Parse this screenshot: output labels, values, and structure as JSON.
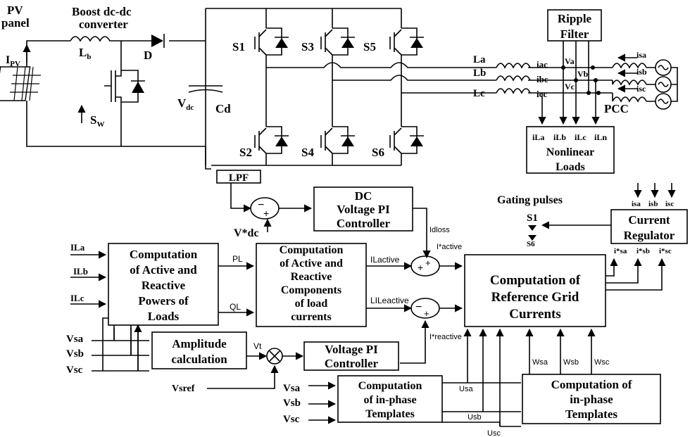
{
  "top": {
    "pv_label": [
      "PV",
      "panel"
    ],
    "ipv": "I",
    "ipv_sub": "PV",
    "boost_label": [
      "Boost dc-dc",
      "converter"
    ],
    "inductor_label": "L",
    "inductor_sub": "b",
    "diode_label": "D",
    "switch_label": "S",
    "switch_sub": "W",
    "vdc": "V",
    "vdc_sub": "dc",
    "cd": "Cd",
    "switches": [
      "S1",
      "S3",
      "S5",
      "S2",
      "S4",
      "S6"
    ],
    "ripple_filter": [
      "Ripple",
      "Filter"
    ],
    "line_inductors": [
      "La",
      "Lb",
      "Lc"
    ],
    "inverter_currents": [
      "iac",
      "ibc",
      "icc"
    ],
    "pcc_voltages": [
      "Va",
      "Vb",
      "Vc"
    ],
    "grid_currents": [
      "isa",
      "isb",
      "isc"
    ],
    "pcc": "PCC",
    "load_currents": [
      "iLa",
      "iLb",
      "iLc",
      "iLn"
    ],
    "loads": [
      "Nonlinear",
      "Loads"
    ]
  },
  "control": {
    "lpf": "LPF",
    "vdc_ref": "V*dc",
    "dc_pi": [
      "DC",
      "Voltage PI",
      "Controller"
    ],
    "idloss": "Idloss",
    "gating": "Gating pulses",
    "gating_s1": "S1",
    "gating_s6": "S6",
    "regulator": [
      "Current",
      "Regulator"
    ],
    "reg_inputs": [
      "isa",
      "isb",
      "isc"
    ],
    "reg_refs": [
      "i*sa",
      "i*sb",
      "i*sc"
    ],
    "load_inputs": [
      "ILa",
      "ILb",
      "ILc"
    ],
    "powers_box": [
      "Computation",
      "of Active and",
      "Reactive",
      "Powers of",
      "Loads"
    ],
    "pl": "PL",
    "ql": "QL",
    "components_box": [
      "Computation",
      "of Active and",
      "Reactive",
      "Components",
      "of load",
      "currents"
    ],
    "ilactive": "ILactive",
    "lileactive": "LILeactive",
    "i_active": "I*active",
    "i_reactive": "I*reactive",
    "reference_box": [
      "Computation of",
      "Reference Grid",
      "Currents"
    ],
    "vs_inputs": [
      "Vsa",
      "Vsb",
      "Vsc"
    ],
    "amplitude": [
      "Amplitude",
      "calculation"
    ],
    "vt": "Vt",
    "vsref": "Vsref",
    "voltage_pi": [
      "Voltage PI",
      "Controller"
    ],
    "inphase1": [
      "Computation",
      "of in-phase",
      "Templates"
    ],
    "inphase2": [
      "Computation of",
      "in-phase",
      "Templates"
    ],
    "u_labels": [
      "Usa",
      "Usb",
      "Usc"
    ],
    "w_labels": [
      "Wsa",
      "Wsb",
      "Wsc"
    ]
  }
}
